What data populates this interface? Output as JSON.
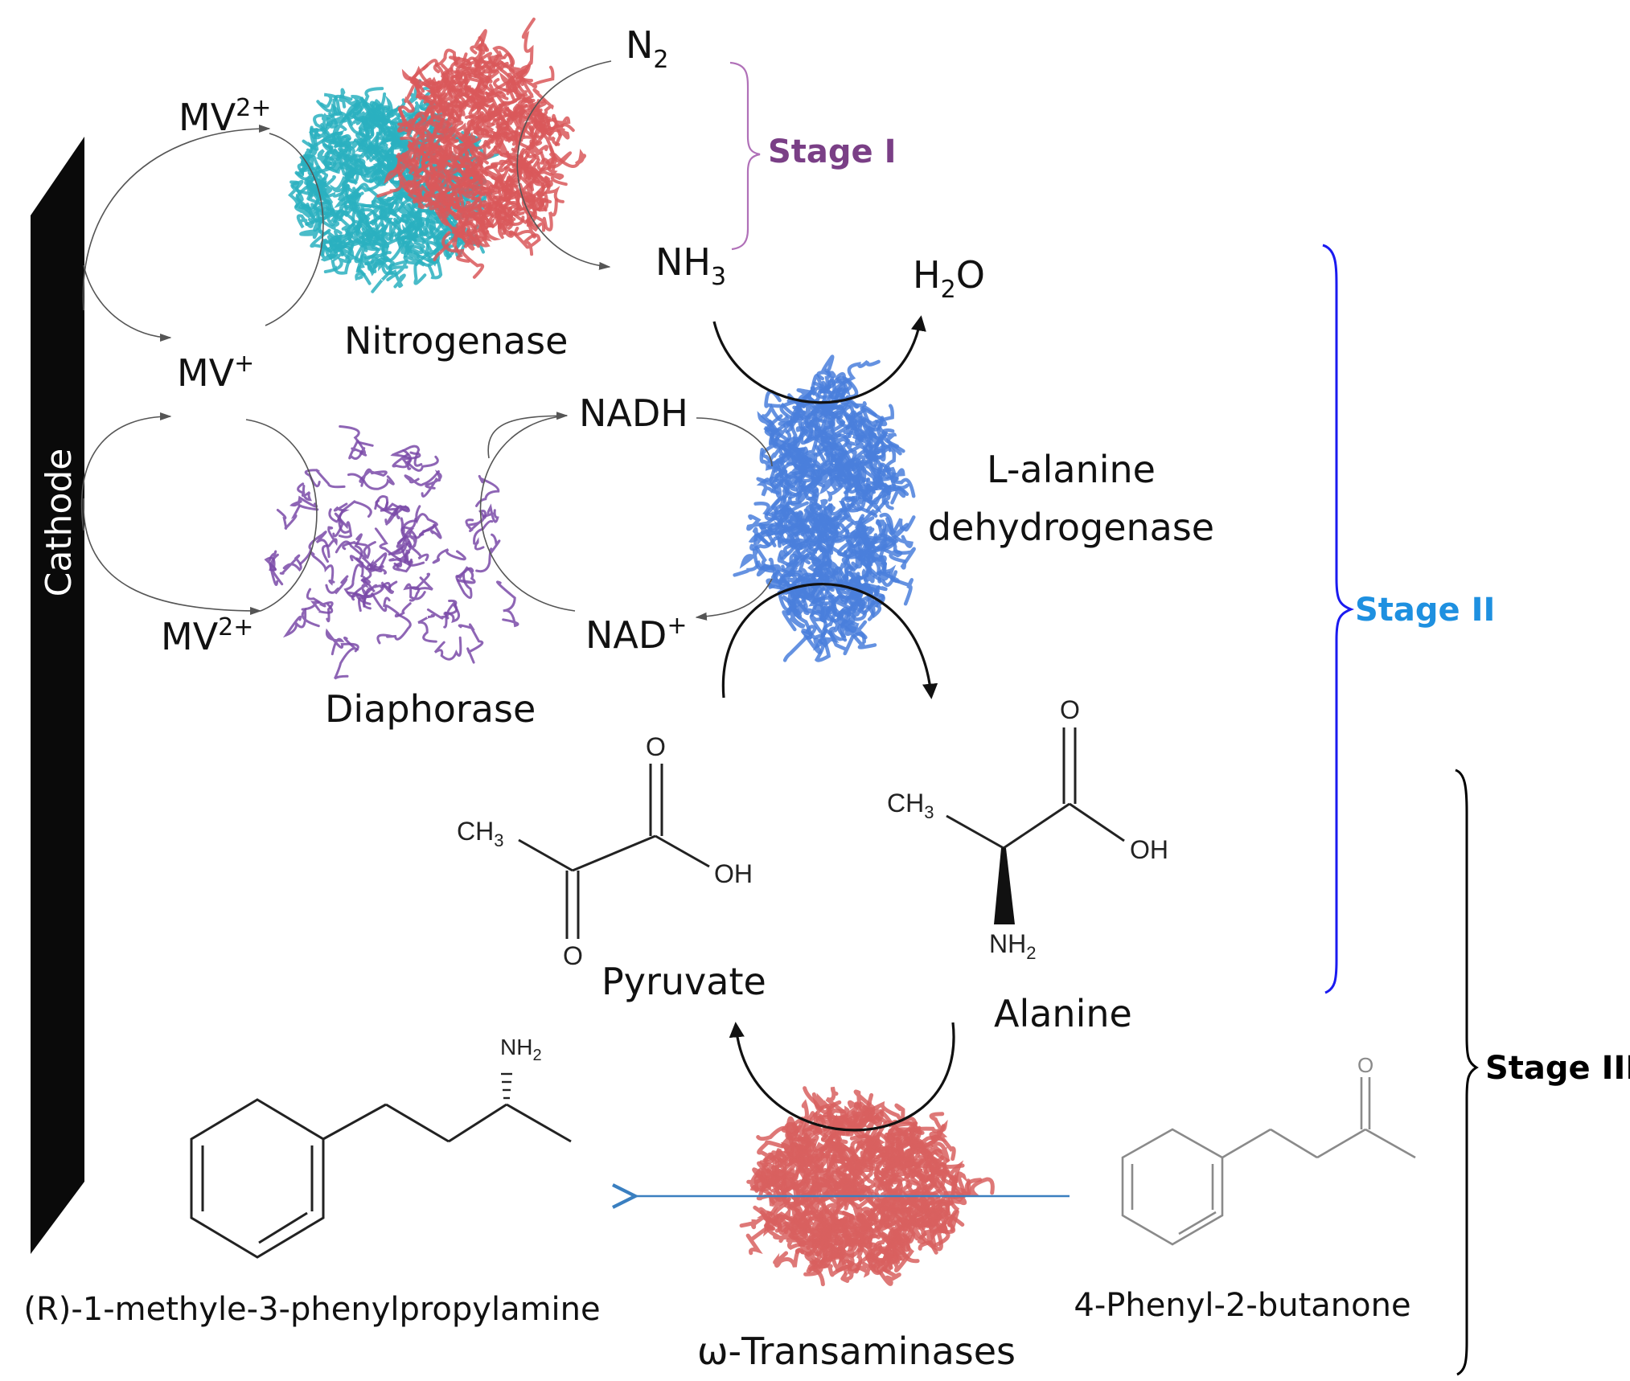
{
  "electrode": {
    "label": "Cathode"
  },
  "stage_labels": {
    "stage1": "Stage I",
    "stage2": "Stage II",
    "stage3": "Stage III"
  },
  "species": {
    "n2": "N",
    "n2_sub": "2",
    "nh3": "NH",
    "nh3_sub": "3",
    "h2o_h": "H",
    "h2o_sub": "2",
    "h2o_o": "O",
    "mv": "MV",
    "mv_ox_sup": "2+",
    "mv_red_sup": "+",
    "nadh": "NADH",
    "nad": "NAD",
    "nad_sup": "+"
  },
  "enzymes": {
    "nitrogenase": "Nitrogenase",
    "diaphorase": "Diaphorase",
    "alanine_dh_line1": "L-alanine",
    "alanine_dh_line2": "dehydrogenase",
    "transaminase": "ω-Transaminases"
  },
  "molecules": {
    "pyruvate": "Pyruvate",
    "alanine": "Alanine",
    "substrate": "4-Phenyl-2-butanone",
    "product": "(R)-1-methyle-3-phenylpropylamine"
  },
  "atom_labels": {
    "o": "O",
    "oh": "OH",
    "ch": "CH",
    "ch3_sub": "3",
    "nh": "NH",
    "nh2_sub": "2"
  },
  "colors": {
    "nitrogenase_a": "#2ab0c0",
    "nitrogenase_b": "#d9585a",
    "diaphorase": "#7a4aa8",
    "alanine_dh": "#4a7fdc",
    "transaminase": "#d8605f",
    "electrode": "#0a0a0a",
    "stage1": "#7a3f86",
    "stage2_bracket": "#1a1af0",
    "stage2_text": "#1e90e0",
    "stage3": "#000000",
    "transaminase_arrow": "#3a7fc0"
  }
}
